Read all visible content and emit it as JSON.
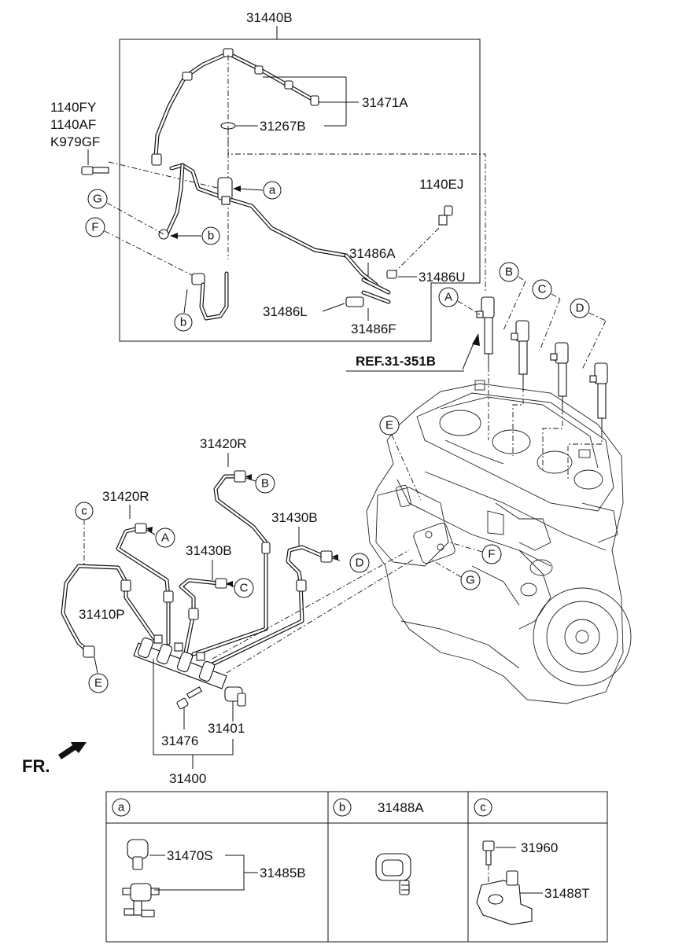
{
  "labels": {
    "fuel_rail_assy": "31400",
    "pressure_sensor": "31401",
    "rail_bolt": "31476",
    "pipe_injector_e": "31410P",
    "pipe_injector_a": "31420R",
    "pipe_injector_b": "31420R",
    "pipe_injector_c": "31430B",
    "pipe_injector_d": "31430B",
    "return_hose_assy": "31440B",
    "return_hose": "31471A",
    "oring": "31267B",
    "bolt_group": [
      "1140FY",
      "1140AF",
      "K979GF"
    ],
    "bolt_ej": "1140EJ",
    "clip_a": "31486A",
    "clip_u": "31486U",
    "clip_l": "31486L",
    "clip_f": "31486F",
    "ref": "REF.31-351B",
    "front": "FR."
  },
  "callouts": {
    "a": "a",
    "b": "b",
    "c": "c",
    "A": "A",
    "B": "B",
    "C": "C",
    "D": "D",
    "E": "E",
    "F": "F",
    "G": "G"
  },
  "detail_table": {
    "col_a": {
      "letter": "a",
      "title": "",
      "parts": [
        "31470S",
        "31485B"
      ]
    },
    "col_b": {
      "letter": "b",
      "title": "31488A"
    },
    "col_c": {
      "letter": "c",
      "title": "",
      "parts": [
        "31960",
        "31488T"
      ]
    }
  }
}
